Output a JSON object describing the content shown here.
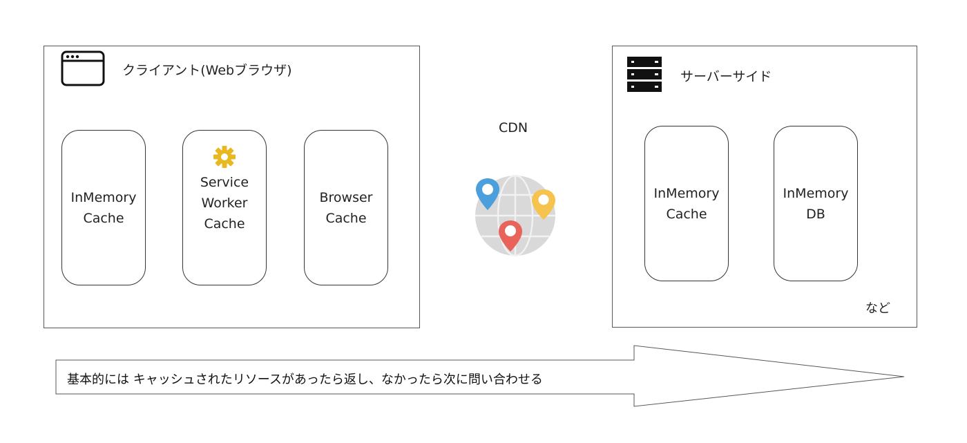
{
  "client": {
    "title": "クライアント(Webブラウザ)",
    "icon": "browser-window-icon",
    "cards": [
      {
        "label": "InMemory\nCache"
      },
      {
        "label": "Service\nWorker\nCache",
        "icon": "gear-icon"
      },
      {
        "label": "Browser\nCache"
      }
    ]
  },
  "cdn": {
    "label": "CDN",
    "icon": "globe-with-pins-icon"
  },
  "server": {
    "title": "サーバーサイド",
    "icon": "server-icon",
    "cards": [
      {
        "label": "InMemory\nCache"
      },
      {
        "label": "InMemory\nDB"
      }
    ],
    "note": "など"
  },
  "flow": {
    "text": "基本的には キャッシュされたリソースがあったら返し、なかったら次に問い合わせる"
  },
  "colors": {
    "gear": "#E8B820",
    "pin_blue": "#4A9FDC",
    "pin_yellow": "#F5C34E",
    "pin_red": "#E8645A",
    "globe": "#D7D7D7"
  }
}
